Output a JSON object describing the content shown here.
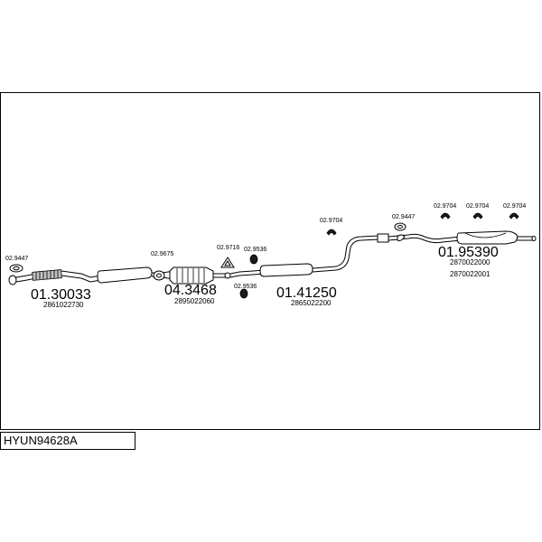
{
  "caption": "HYUN94628A",
  "sections": [
    {
      "number": "01.30033",
      "sub1": "2861022730",
      "sub2": ""
    },
    {
      "number": "04.3468",
      "sub1": "2895022060",
      "sub2": ""
    },
    {
      "number": "01.41250",
      "sub1": "2865022200",
      "sub2": ""
    },
    {
      "number": "01.95390",
      "sub1": "2870022000",
      "sub2": "2870022001"
    }
  ],
  "accessories": [
    {
      "code": "02.9447",
      "icon": "gasket-icon"
    },
    {
      "code": "02.9675",
      "icon": "gasket-icon"
    },
    {
      "code": "02.9716",
      "icon": "gasket-triangle-icon"
    },
    {
      "code": "02.9536",
      "icon": "rubber-mount-icon"
    },
    {
      "code": "02.9536",
      "icon": "rubber-mount-icon"
    },
    {
      "code": "02.9704",
      "icon": "hanger-clamp-icon"
    },
    {
      "code": "02.9447",
      "icon": "gasket-icon"
    },
    {
      "code": "02.9704",
      "icon": "hanger-clamp-icon"
    },
    {
      "code": "02.9704",
      "icon": "hanger-clamp-icon"
    },
    {
      "code": "02.9704",
      "icon": "hanger-clamp-icon"
    }
  ]
}
